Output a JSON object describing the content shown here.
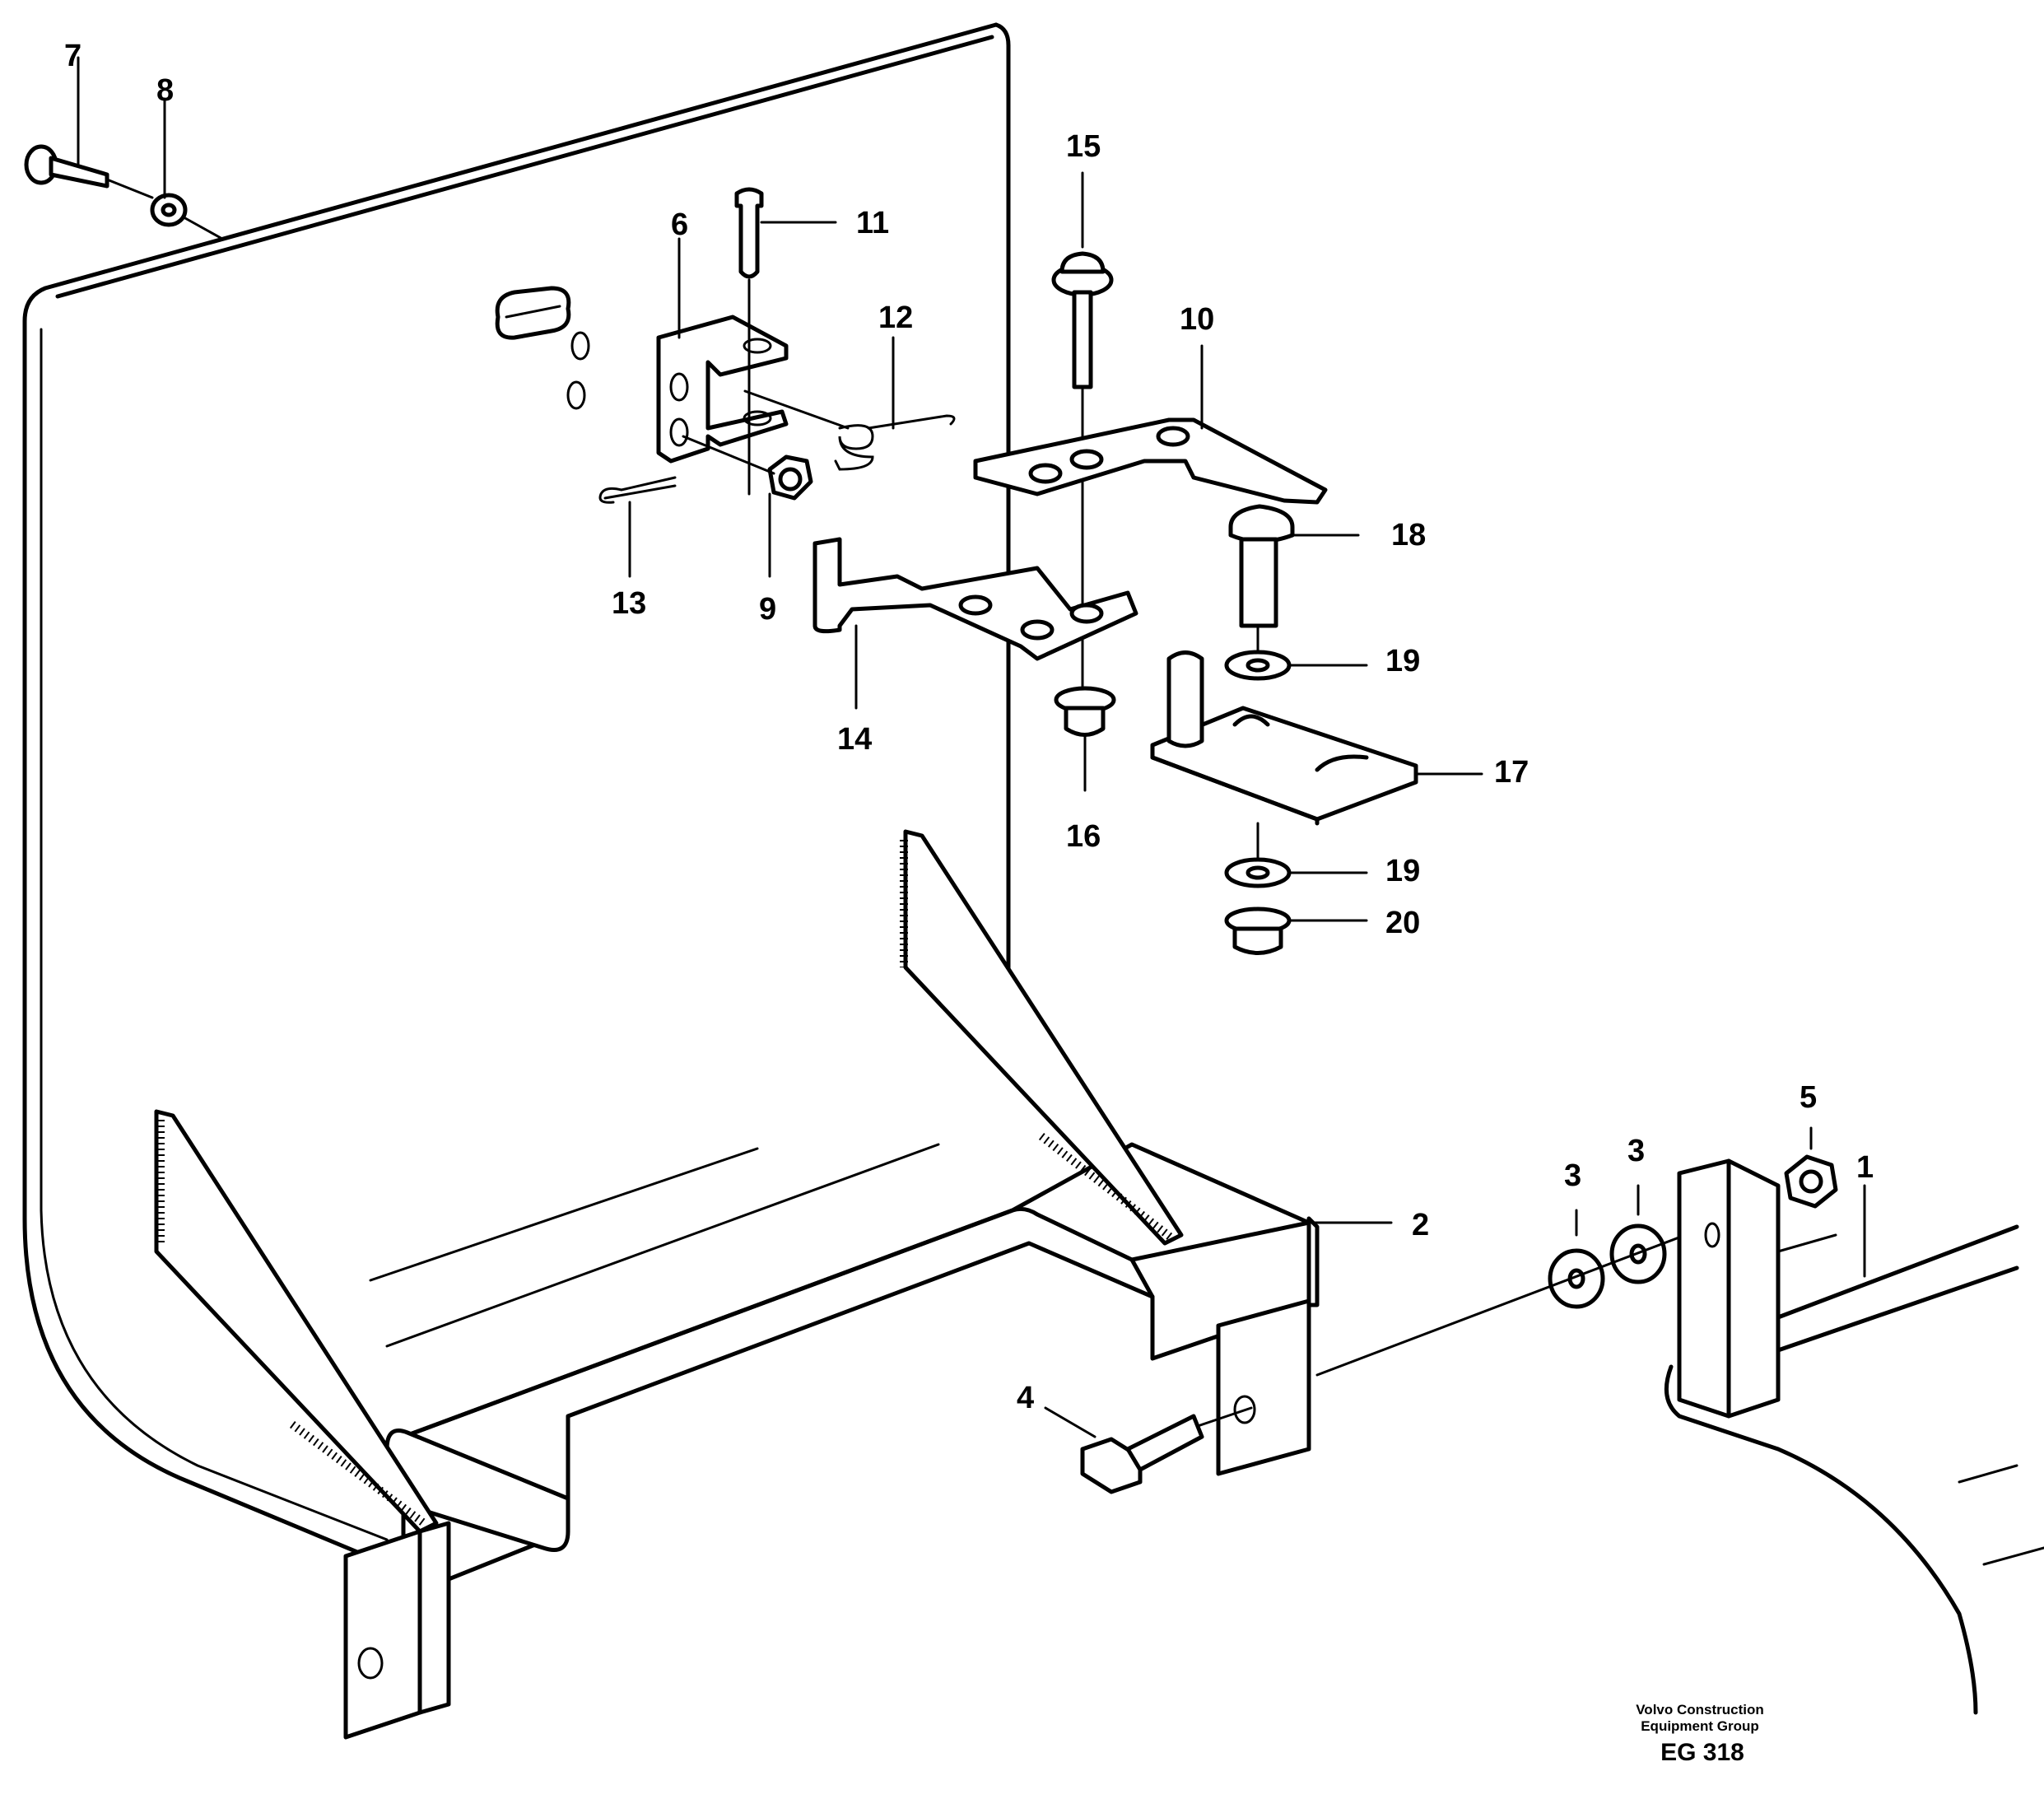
{
  "labels": {
    "p1": "1",
    "p2": "2",
    "p3a": "3",
    "p3b": "3",
    "p4": "4",
    "p5": "5",
    "p6": "6",
    "p7": "7",
    "p8": "8",
    "p9": "9",
    "p10": "10",
    "p11": "11",
    "p12": "12",
    "p13": "13",
    "p14": "14",
    "p15": "15",
    "p16": "16",
    "p17": "17",
    "p18": "18",
    "p19a": "19",
    "p19b": "19",
    "p20": "20"
  },
  "footer": {
    "line1": "Volvo Construction",
    "line2": "Equipment Group",
    "code": "EG 318"
  }
}
